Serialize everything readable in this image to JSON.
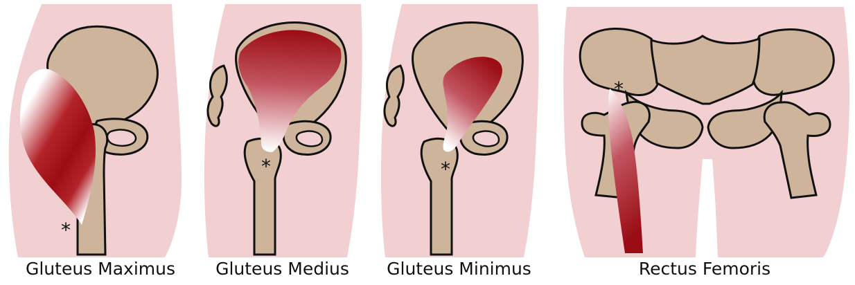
{
  "colors": {
    "skin": "#f2cfd0",
    "bone": "#cdb49a",
    "outline": "#111111",
    "muscle_dark": "#9b0d14",
    "muscle_light": "#ffffff",
    "background": "#ffffff"
  },
  "panels": [
    {
      "caption": "Gluteus Maximus",
      "marker": "*"
    },
    {
      "caption": "Gluteus Medius",
      "marker": "*"
    },
    {
      "caption": "Gluteus Minimus",
      "marker": "*"
    },
    {
      "caption": "Rectus Femoris",
      "marker": "*"
    }
  ]
}
